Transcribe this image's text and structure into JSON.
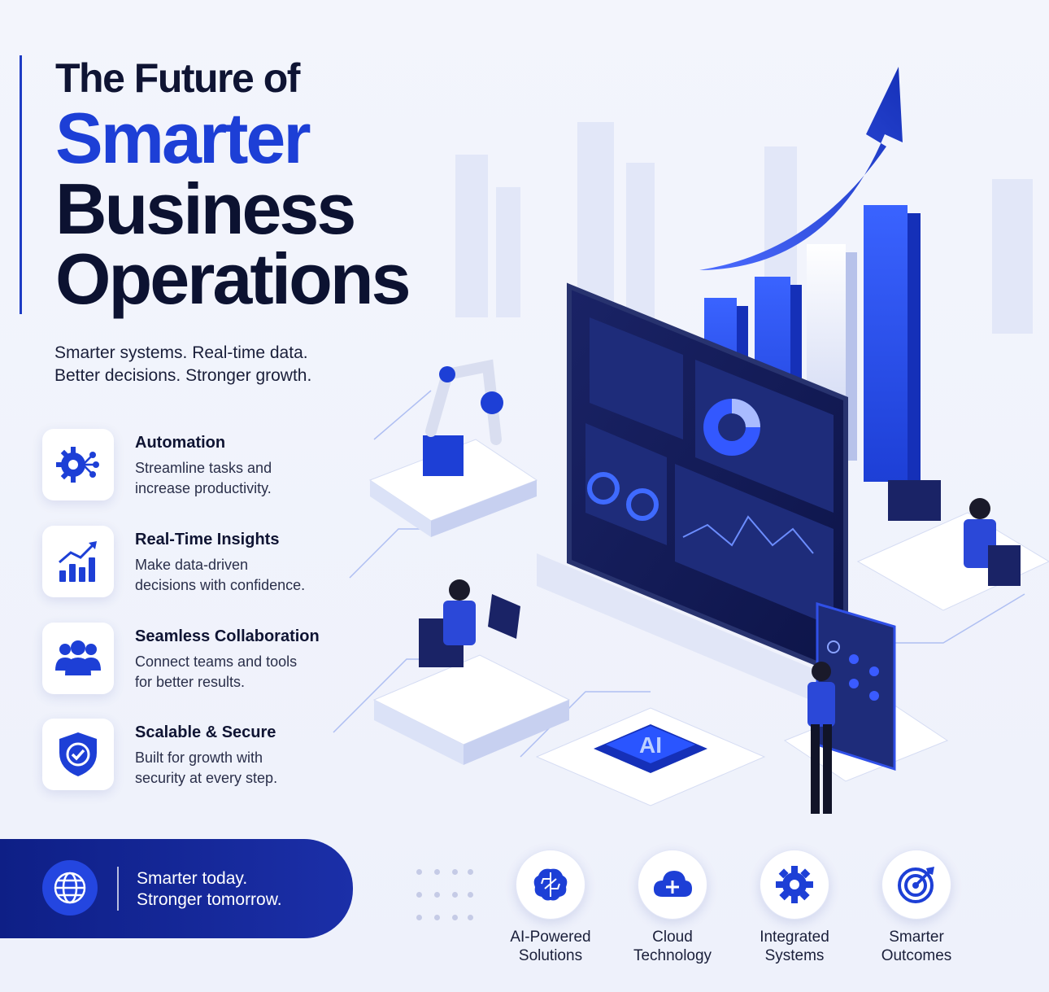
{
  "title": {
    "line1": "The Future of",
    "line2": "Smarter",
    "line3": "Business",
    "line4": "Operations"
  },
  "subtitle": {
    "line1": "Smarter systems. Real-time data.",
    "line2": "Better decisions. Stronger growth."
  },
  "features": [
    {
      "title": "Automation",
      "desc1": "Streamline tasks and",
      "desc2": "increase productivity."
    },
    {
      "title": "Real-Time Insights",
      "desc1": "Make data-driven",
      "desc2": "decisions with confidence."
    },
    {
      "title": "Seamless Collaboration",
      "desc1": "Connect teams and tools",
      "desc2": "for better results."
    },
    {
      "title": "Scalable & Secure",
      "desc1": "Built for growth with",
      "desc2": "security at every step."
    }
  ],
  "cta": {
    "line1": "Smarter today.",
    "line2": "Stronger tomorrow."
  },
  "scene": {
    "chip_label": "AI"
  },
  "bottom_items": [
    {
      "line1": "AI-Powered",
      "line2": "Solutions"
    },
    {
      "line1": "Cloud",
      "line2": "Technology"
    },
    {
      "line1": "Integrated",
      "line2": "Systems"
    },
    {
      "line1": "Smarter",
      "line2": "Outcomes"
    }
  ],
  "colors": {
    "accent": "#1d3fd6",
    "navy": "#0e1f86",
    "dark_text": "#0f1433"
  }
}
